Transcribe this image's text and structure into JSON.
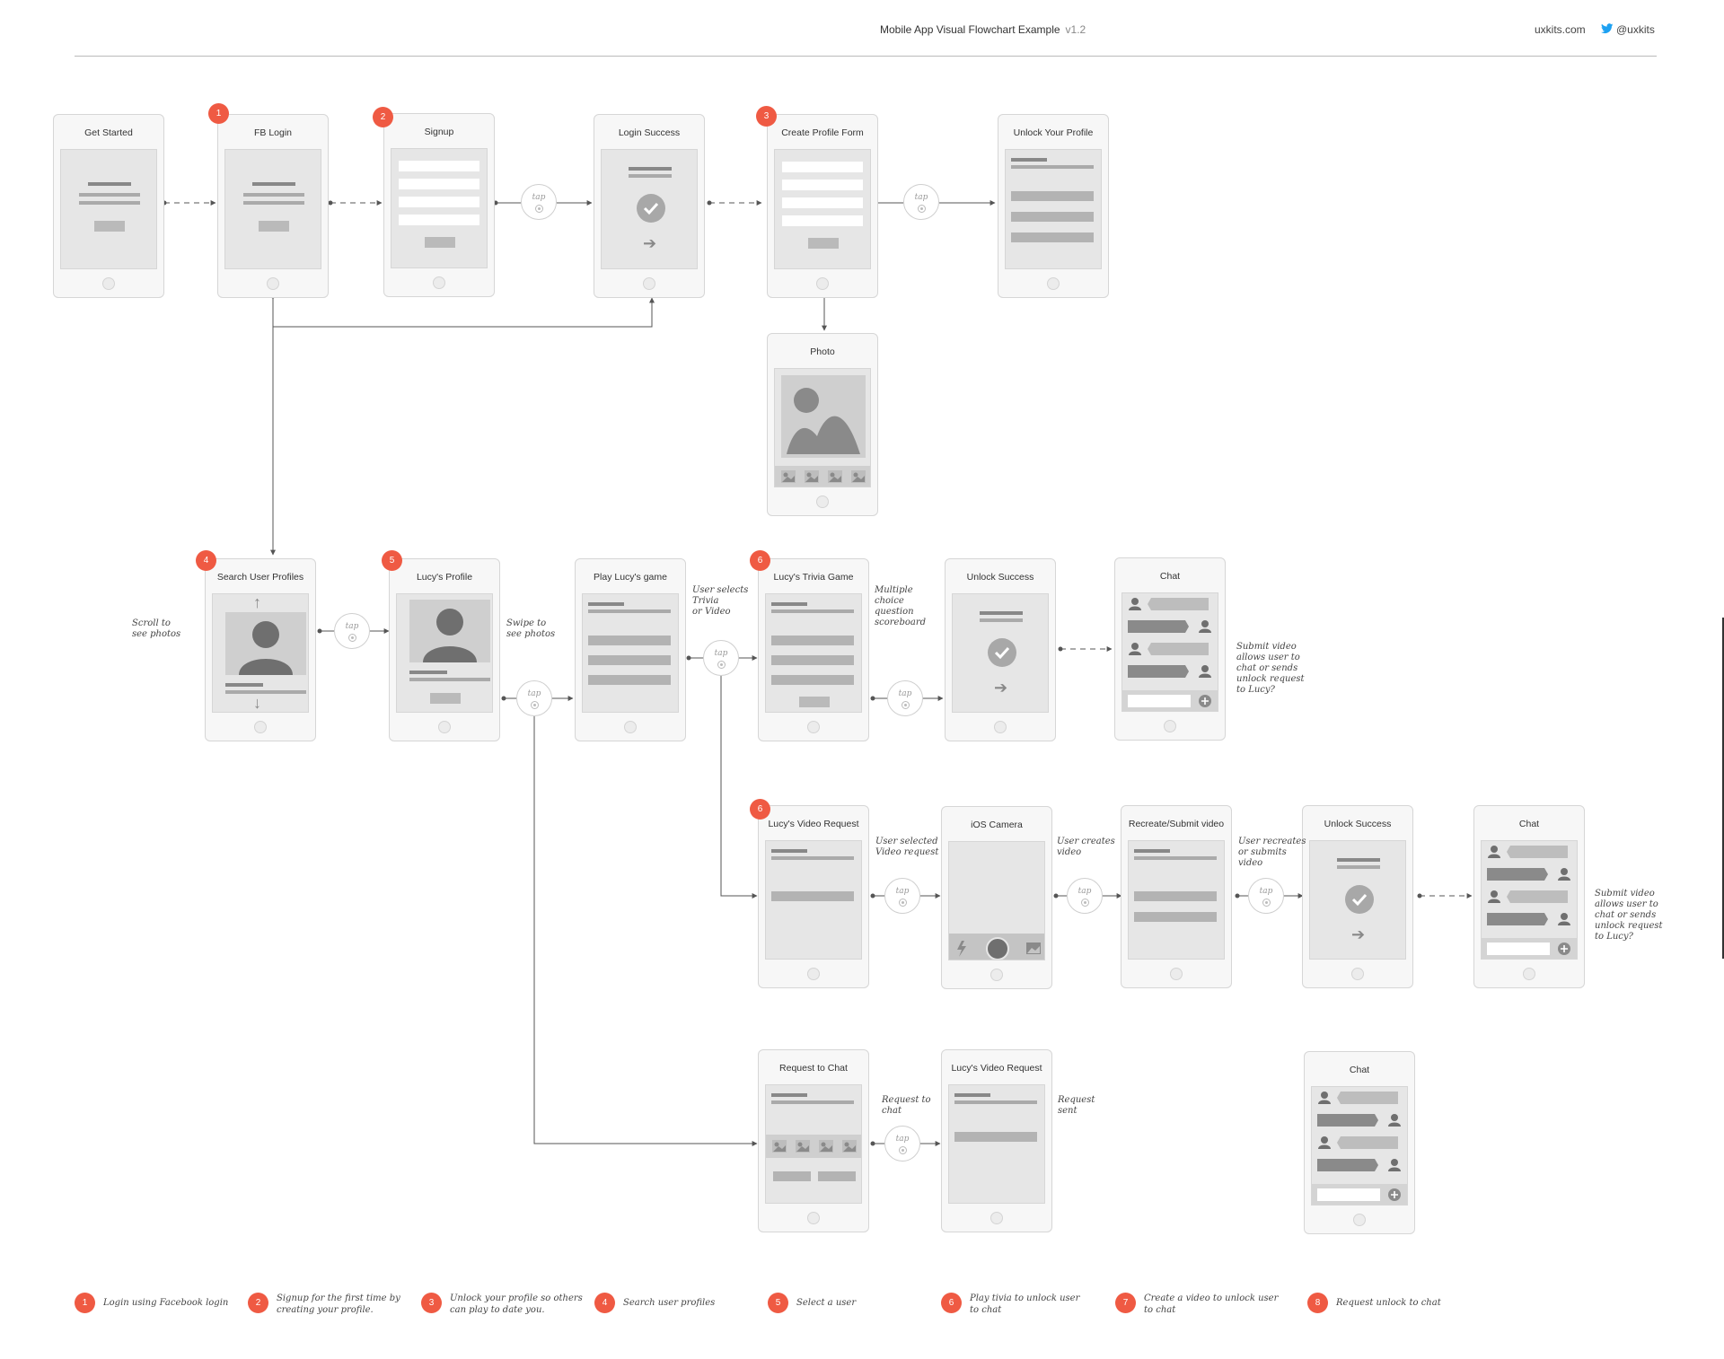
{
  "header": {
    "title": "Mobile App Visual Flowchart Example",
    "version": "v1.2",
    "site": "uxkits.com",
    "twitter": "@uxkits"
  },
  "screens": {
    "get_started": "Get Started",
    "fb_login": "FB Login",
    "signup": "Signup",
    "login_success": "Login Success",
    "create_profile": "Create Profile Form",
    "unlock_profile": "Unlock Your Profile",
    "photo": "Photo",
    "search_profiles": "Search User Profiles",
    "lucys_profile": "Lucy's Profile",
    "play_game": "Play Lucy's game",
    "trivia_game": "Lucy's Trivia Game",
    "unlock_success_1": "Unlock Success",
    "chat_1": "Chat",
    "video_request_1": "Lucy's Video Request",
    "ios_camera": "iOS Camera",
    "recreate_submit": "Recreate/Submit video",
    "unlock_success_2": "Unlock Success",
    "chat_2": "Chat",
    "request_chat": "Request to Chat",
    "video_request_2": "Lucy's Video Request",
    "chat_3": "Chat"
  },
  "badges": {
    "fb_login": "1",
    "signup": "2",
    "create_profile": "3",
    "search_profiles": "4",
    "lucys_profile": "5",
    "trivia_game": "6",
    "video_request_1": "6"
  },
  "annotations": {
    "scroll": "Scroll to\nsee photos",
    "swipe": "Swipe to\nsee photos",
    "selects": "User selects\nTrivia\nor Video",
    "multiple": "Multiple\nchoice\nquestion\nscoreboard",
    "submit_1": "Submit video\nallows user to\nchat or sends\nunlock request\nto Lucy?",
    "selected_video": "User selected\nVideo request",
    "creates_video": "User creates\nvideo",
    "recreates": "User recreates\nor submits\nvideo",
    "submit_2": "Submit video\nallows user to\nchat or sends\nunlock request\nto Lucy?",
    "request_chat": "Request to\nchat",
    "request_sent": "Request\nsent"
  },
  "tap_label": "tap",
  "legend": [
    {
      "num": "1",
      "text": "Login using Facebook login"
    },
    {
      "num": "2",
      "text": "Signup for the first time by creating your profile."
    },
    {
      "num": "3",
      "text": "Unlock your profile so others can play to date you."
    },
    {
      "num": "4",
      "text": "Search user profiles"
    },
    {
      "num": "5",
      "text": "Select a user"
    },
    {
      "num": "6",
      "text": "Play tivia to unlock user to chat"
    },
    {
      "num": "7",
      "text": "Create a video to unlock user to chat"
    },
    {
      "num": "8",
      "text": "Request unlock to chat"
    }
  ],
  "colors": {
    "accent": "#ef5a43",
    "line": "#555555",
    "wireframe": "#e6e6e6"
  }
}
